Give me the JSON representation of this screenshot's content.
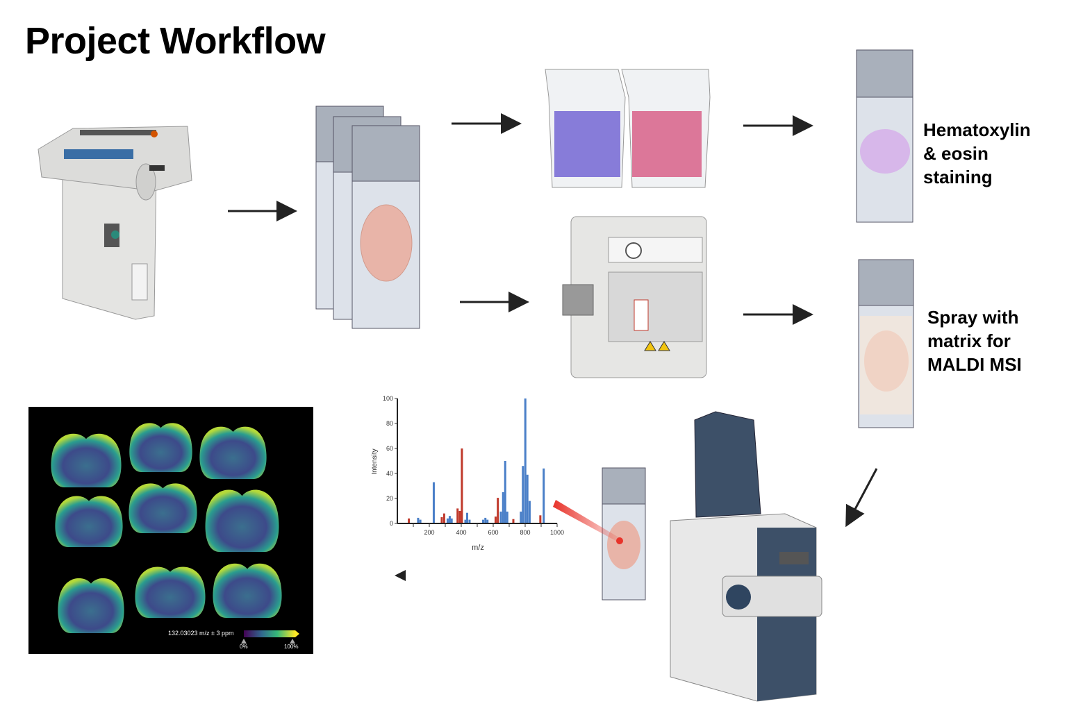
{
  "title": "Project Workflow",
  "labels": {
    "he_staining": "Hematoxylin & eosin staining",
    "matrix_spray": "Spray with matrix for MALDI MSI"
  },
  "msi_image": {
    "mz_label": "132.03023 m/z ± 3 ppm",
    "colorbar_min": "0%",
    "colorbar_max": "100%"
  },
  "colors": {
    "red_series": "#c0392b",
    "blue_series": "#4a7fc8",
    "laser": "#e8332a"
  },
  "chart_data": {
    "type": "bar",
    "title": "",
    "xlabel": "m/z",
    "ylabel": "Intensity",
    "xlim": [
      0,
      1000
    ],
    "ylim": [
      0,
      100
    ],
    "xticks": [
      200,
      400,
      600,
      800,
      1000
    ],
    "yticks": [
      0,
      20,
      40,
      60,
      80,
      100
    ],
    "grid": false,
    "series": [
      {
        "name": "red",
        "color": "#c0392b",
        "points": [
          [
            72,
            4
          ],
          [
            278,
            5
          ],
          [
            293,
            8
          ],
          [
            377,
            12
          ],
          [
            391,
            10
          ],
          [
            404,
            60
          ],
          [
            615,
            5.5
          ],
          [
            629,
            20.5
          ],
          [
            726,
            3.5
          ],
          [
            895,
            6.5
          ]
        ]
      },
      {
        "name": "blue",
        "color": "#4a7fc8",
        "points": [
          [
            130,
            4.5
          ],
          [
            144,
            3
          ],
          [
            228,
            33
          ],
          [
            315,
            4
          ],
          [
            328,
            6
          ],
          [
            340,
            4
          ],
          [
            426,
            3
          ],
          [
            437,
            8.5
          ],
          [
            452,
            3
          ],
          [
            537,
            3
          ],
          [
            551,
            4.5
          ],
          [
            564,
            3
          ],
          [
            648,
            9.5
          ],
          [
            662,
            25
          ],
          [
            675,
            50
          ],
          [
            688,
            9.5
          ],
          [
            773,
            9.5
          ],
          [
            786,
            46
          ],
          [
            801,
            100
          ],
          [
            814,
            39
          ],
          [
            828,
            18
          ],
          [
            916,
            44
          ]
        ]
      }
    ]
  }
}
